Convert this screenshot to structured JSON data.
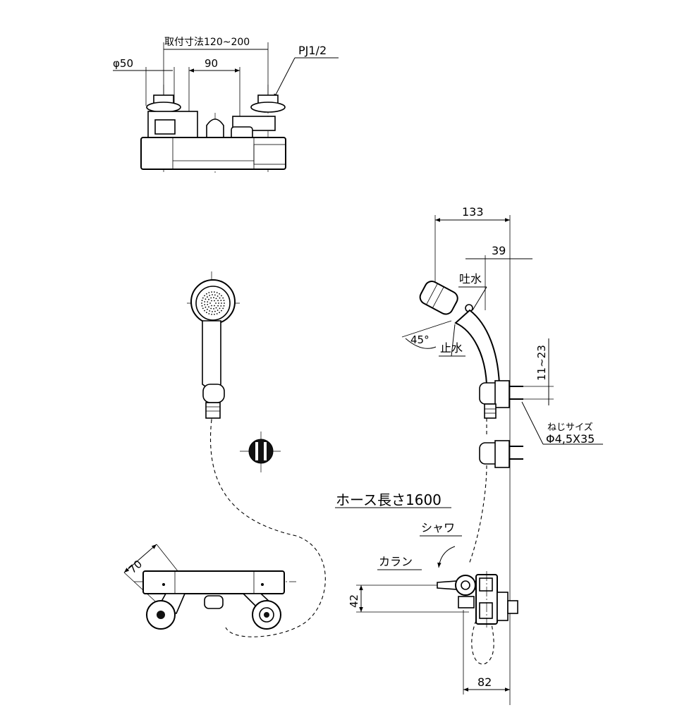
{
  "top_view": {
    "dim_mount": "取付寸法120~200",
    "dim_dia": "φ50",
    "dim_90": "90",
    "pipe_thread": "PJ1/2"
  },
  "side_view": {
    "dim_133": "133",
    "dim_39": "39",
    "outlet_label": "吐水",
    "stop_label": "止水",
    "angle_label": "45°",
    "dim_11_23": "11~23",
    "screw_label_1": "ねじサイズ",
    "screw_label_2": "Φ4,5X35",
    "hose_length": "ホース長さ1600",
    "shower_label": "シャワ",
    "faucet_label": "カラン",
    "dim_42": "42",
    "dim_82": "82"
  },
  "front_view": {
    "dim_70": "70"
  }
}
